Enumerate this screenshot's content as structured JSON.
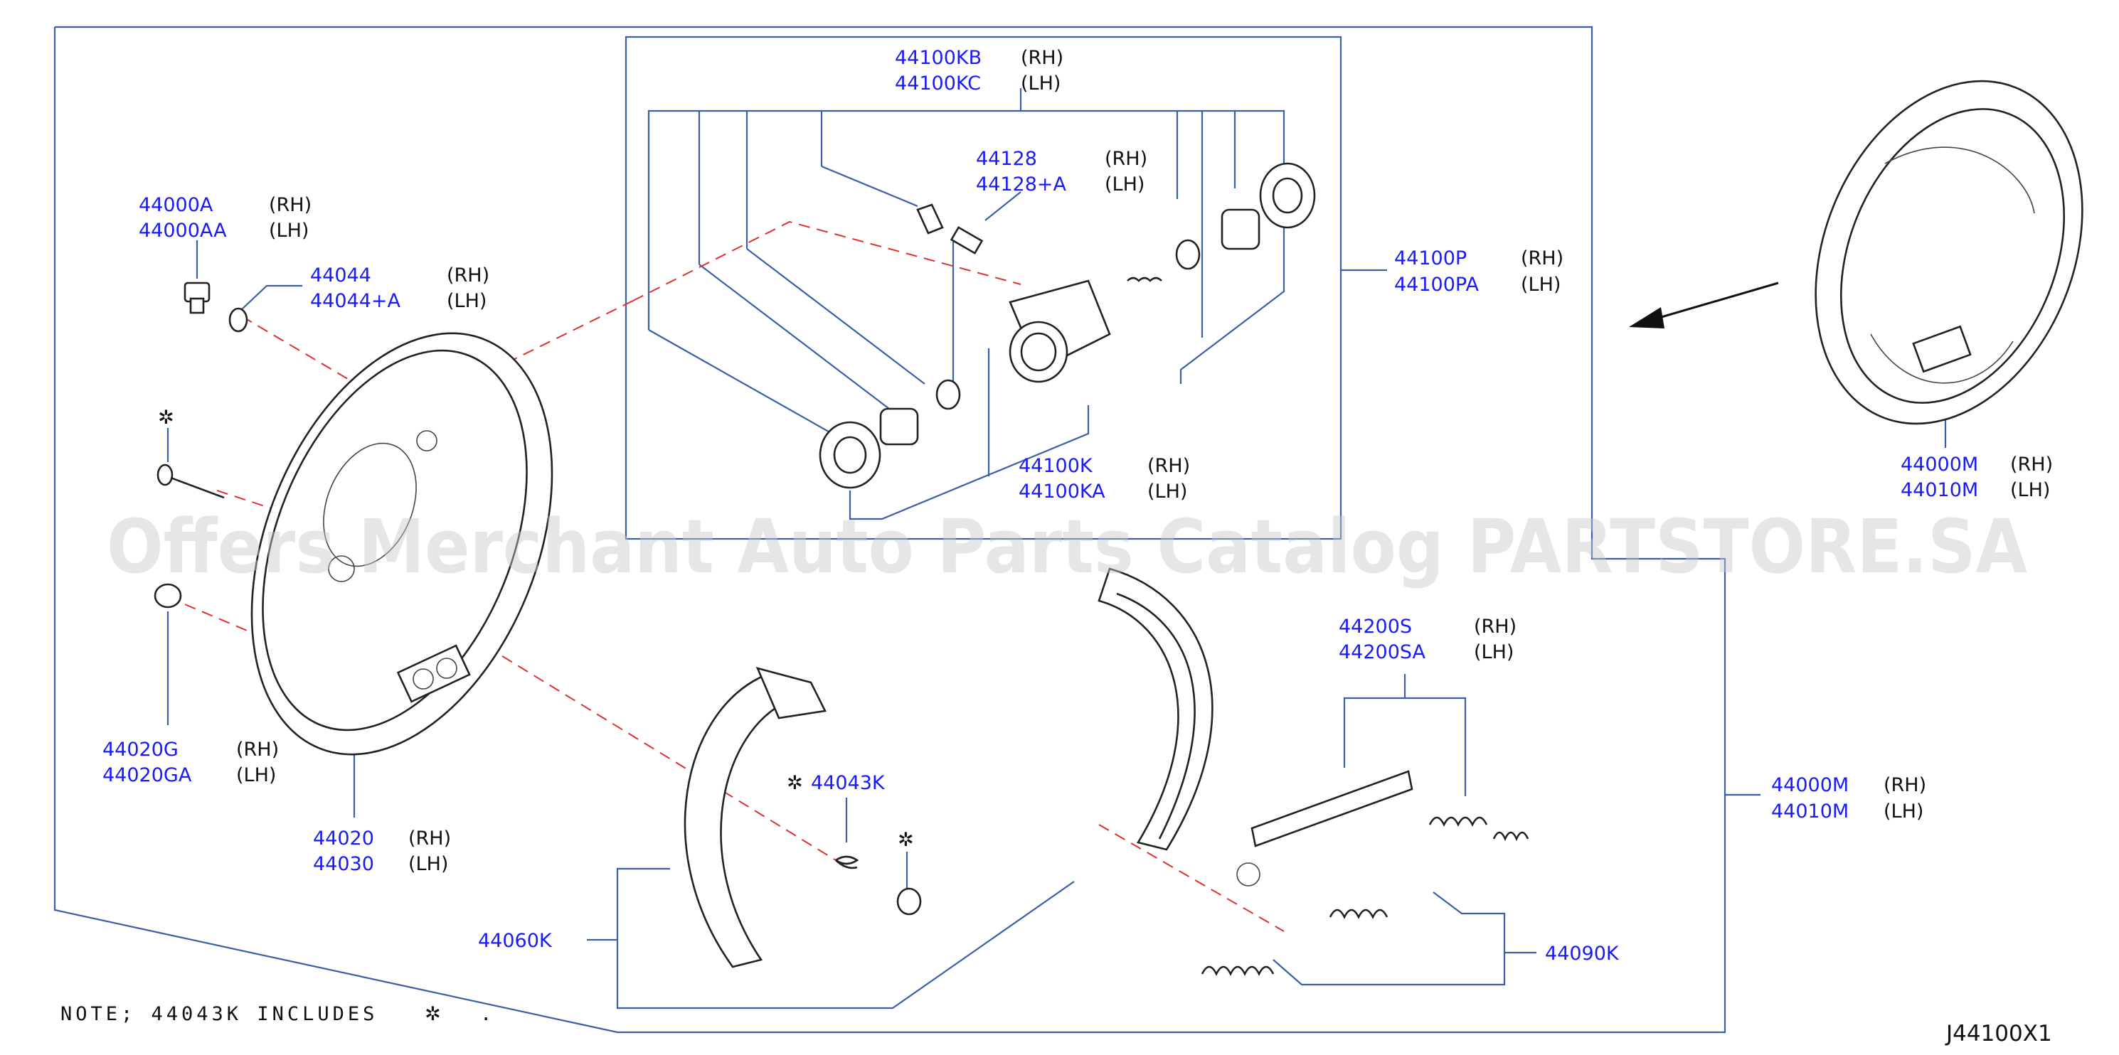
{
  "parts": {
    "p44100KB": "44100KB",
    "p44100KC": "44100KC",
    "p44128": "44128",
    "p44128A": "44128+A",
    "p44100P": "44100P",
    "p44100PA": "44100PA",
    "p44100K": "44100K",
    "p44100KA": "44100KA",
    "p44000A": "44000A",
    "p44000AA": "44000AA",
    "p44044": "44044",
    "p44044A": "44044+A",
    "p44020G": "44020G",
    "p44020GA": "44020GA",
    "p44020": "44020",
    "p44030": "44030",
    "p44043K": "44043K",
    "p44060K": "44060K",
    "p44200S": "44200S",
    "p44200SA": "44200SA",
    "p44090K": "44090K",
    "p44000M_1": "44000M",
    "p44010M_1": "44010M",
    "p44000M_2": "44000M",
    "p44010M_2": "44010M"
  },
  "sides": {
    "rh": "(RH)",
    "lh": "(LH)"
  },
  "note": {
    "prefix": "NOTE;  44043K  INCLUDES",
    "suffix": "."
  },
  "marker_glyph": "✲",
  "diagram_code": "J44100X1",
  "watermark": "Offers Merchant Auto Parts Catalog PARTSTORE.SA"
}
